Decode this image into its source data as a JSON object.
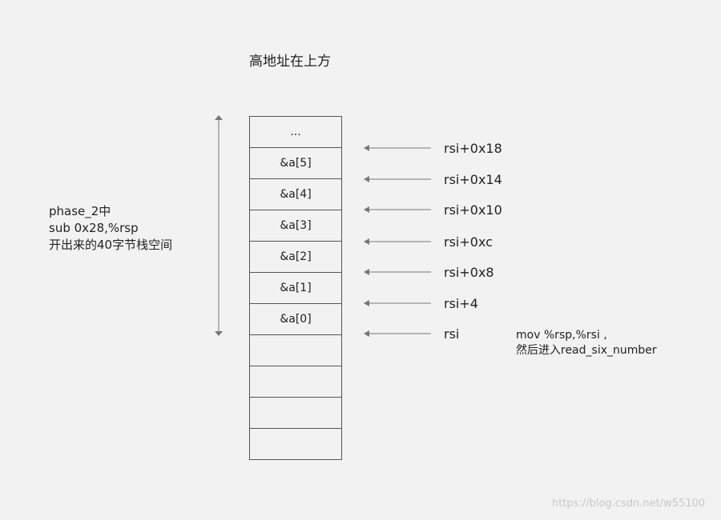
{
  "title": "高地址在上方",
  "left_note": {
    "line1": "phase_2中",
    "line2": "sub 0x28,%rsp",
    "line3": "开出来的40字节栈空间"
  },
  "stack_cells": [
    "...",
    "&a[5]",
    "&a[4]",
    "&a[3]",
    "&a[2]",
    "&a[1]",
    "&a[0]",
    "",
    "",
    "",
    ""
  ],
  "offsets": [
    "rsi+0x18",
    "rsi+0x14",
    "rsi+0x10",
    "rsi+0xc",
    "rsi+0x8",
    "rsi+4",
    "rsi"
  ],
  "mov_note": {
    "line1": "mov %rsp,%rsi ,",
    "line2": "然后进入read_six_number"
  },
  "watermark": "https://blog.csdn.net/w55100",
  "colors": {
    "background": "#f2f2f2",
    "line": "#555555",
    "arrow": "#777777",
    "text": "#222222"
  }
}
